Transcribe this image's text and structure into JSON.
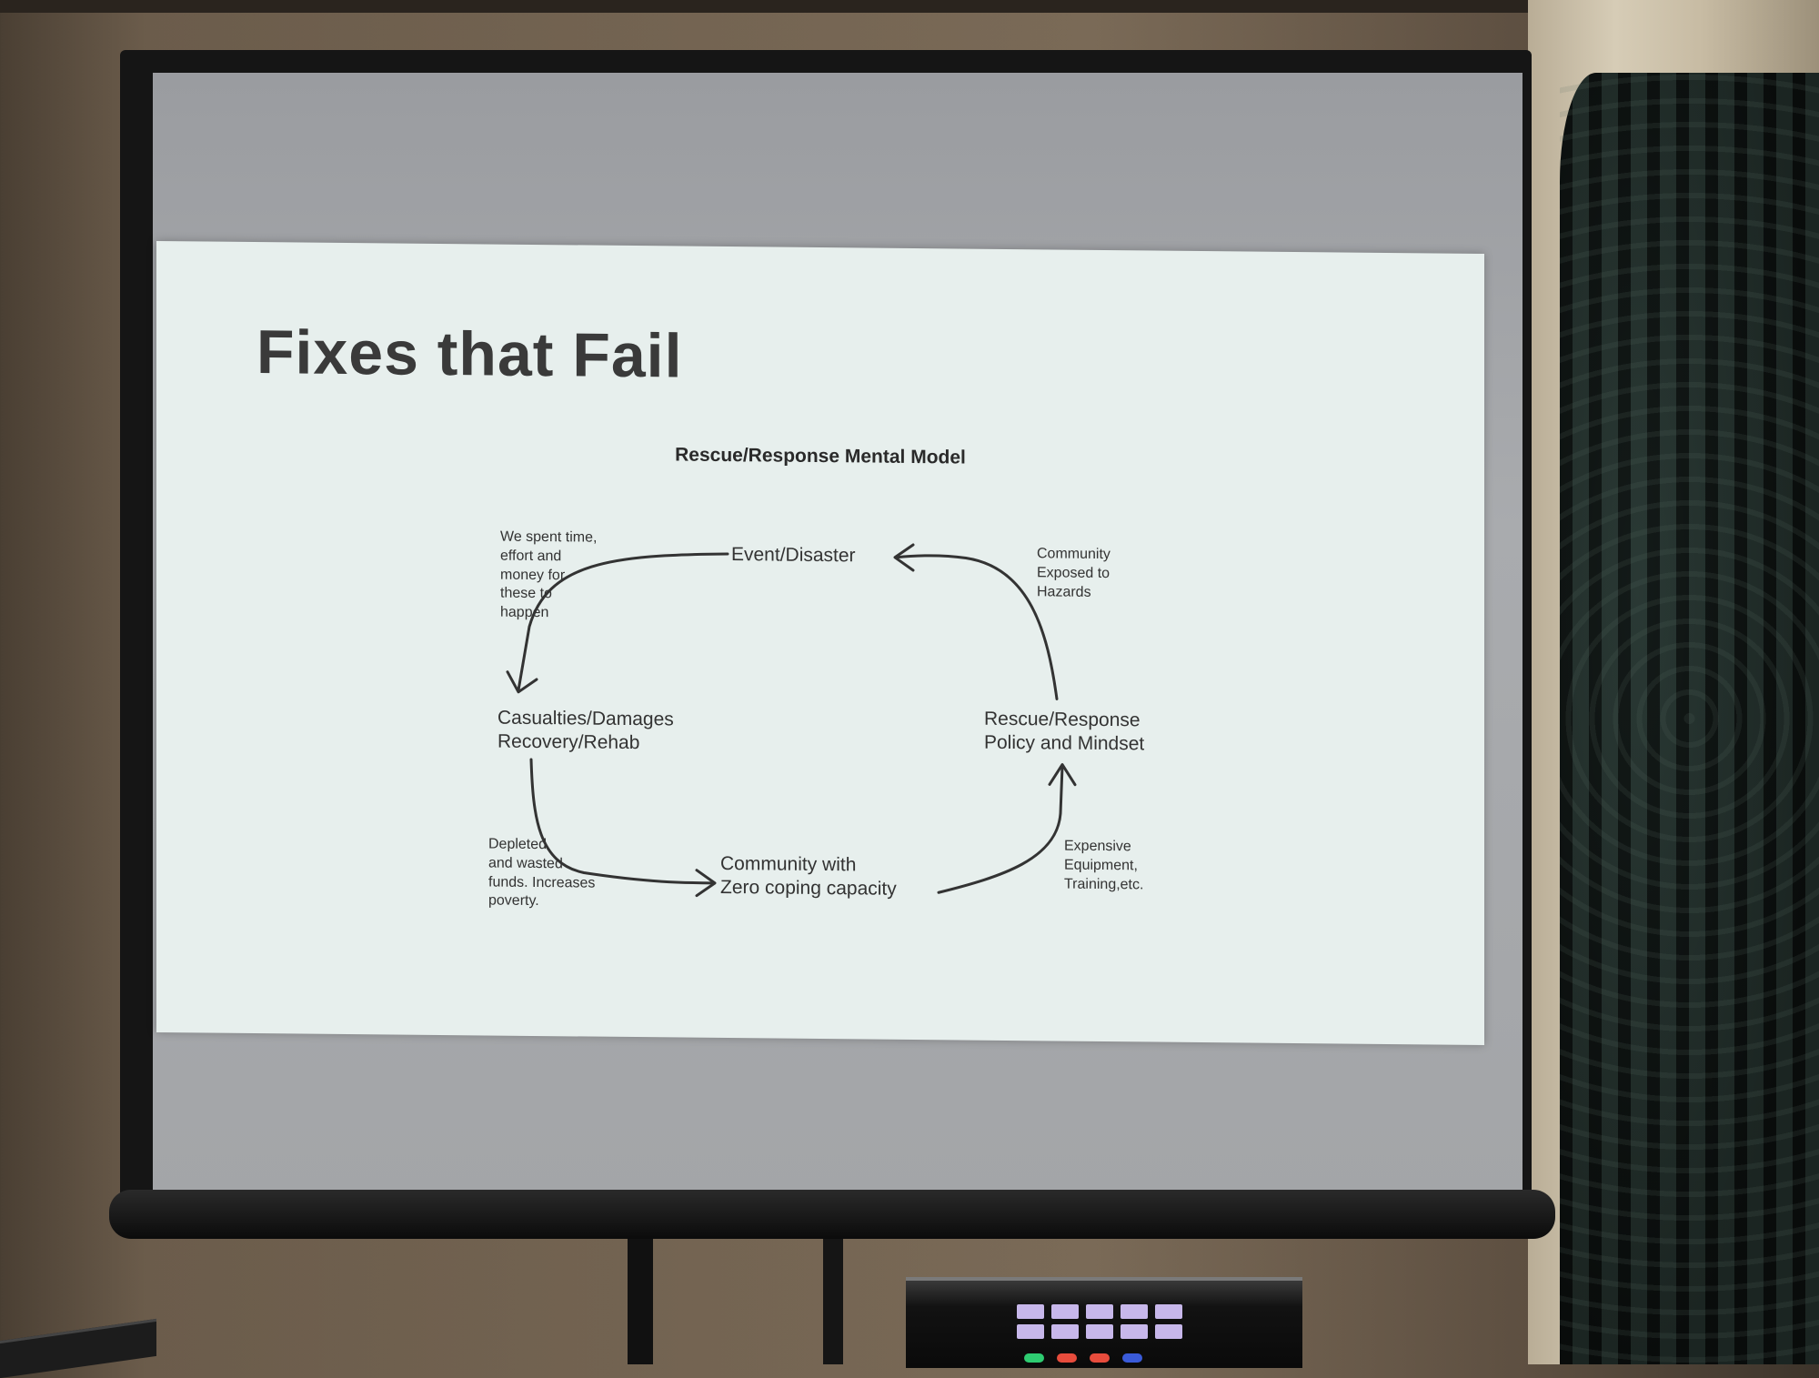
{
  "slide": {
    "title": "Fixes that Fail",
    "diagram_title": "Rescue/Response Mental Model",
    "nodes": {
      "event": "Event/Disaster",
      "casualties": [
        "Casualties/Damages",
        "Recovery/Rehab"
      ],
      "community": [
        "Community with",
        "Zero coping capacity"
      ],
      "rescue": [
        "Rescue/Response",
        "Policy and Mindset"
      ]
    },
    "notes": {
      "spent": [
        "We spent time,",
        "effort and",
        "money for",
        "these to",
        "happen"
      ],
      "exposed": [
        "Community",
        "Exposed to",
        "Hazards"
      ],
      "depleted": [
        "Depleted",
        "and wasted",
        "funds. Increases",
        "poverty."
      ],
      "expensive": [
        "Expensive",
        "Equipment,",
        "Training,etc."
      ]
    }
  },
  "colors": {
    "slide_bg": "#e7efed",
    "text": "#333333",
    "screen_border": "#a3a5a8"
  }
}
